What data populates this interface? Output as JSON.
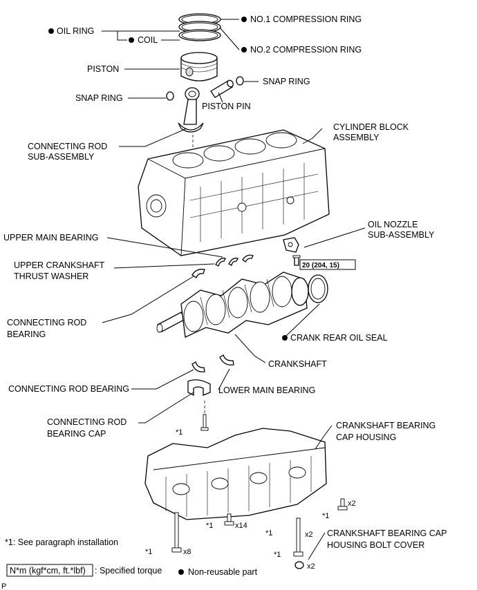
{
  "labels": {
    "no1_compression_ring": "NO.1 COMPRESSION RING",
    "oil_ring": "OIL RING",
    "coil": "COIL",
    "no2_compression_ring": "NO.2 COMPRESSION RING",
    "piston": "PISTON",
    "snap_ring_right": "SNAP RING",
    "snap_ring_left": "SNAP RING",
    "piston_pin": "PISTON PIN",
    "cylinder_block_line1": "CYLINDER BLOCK",
    "cylinder_block_line2": "ASSEMBLY",
    "connecting_rod_sub_line1": "CONNECTING ROD",
    "connecting_rod_sub_line2": "SUB-ASSEMBLY",
    "oil_nozzle_line1": "OIL NOZZLE",
    "oil_nozzle_line2": "SUB-ASSEMBLY",
    "upper_main_bearing": "UPPER MAIN BEARING",
    "upper_thrust_line1": "UPPER CRANKSHAFT",
    "upper_thrust_line2": "THRUST WASHER",
    "torque_value": "20 (204, 15)",
    "connecting_rod_bearing_line1": "CONNECTING ROD",
    "connecting_rod_bearing_line2": "BEARING",
    "crank_rear_oil_seal": "CRANK REAR OIL SEAL",
    "crankshaft": "CRANKSHAFT",
    "connecting_rod_bearing_lower": "CONNECTING ROD BEARING",
    "lower_main_bearing": "LOWER MAIN BEARING",
    "rod_cap_line1": "CONNECTING ROD",
    "rod_cap_line2": "BEARING CAP",
    "cap_housing_line1": "CRANKSHAFT BEARING",
    "cap_housing_line2": "CAP HOUSING",
    "bolt_cover_line1": "CRANKSHAFT BEARING CAP",
    "bolt_cover_line2": "HOUSING BOLT COVER"
  },
  "callouts": {
    "star1_rod": "*1",
    "star1_right": "*1",
    "star1_x14": "*1",
    "star1_mid": "*1",
    "star1_x8": "*1",
    "star1_long": "*1",
    "x2_right": "x2",
    "x14": "x14",
    "x8": "x8",
    "x2_bolt": "x2",
    "x2_cover": "x2"
  },
  "notes": {
    "star_note": "*1: See paragraph installation",
    "torque_legend_box": "N*m (kgf*cm, ft.*lbf)",
    "torque_legend_text": ": Specified torque",
    "nonreusable_text": "Non-reusable part",
    "corner_mark": "P"
  }
}
